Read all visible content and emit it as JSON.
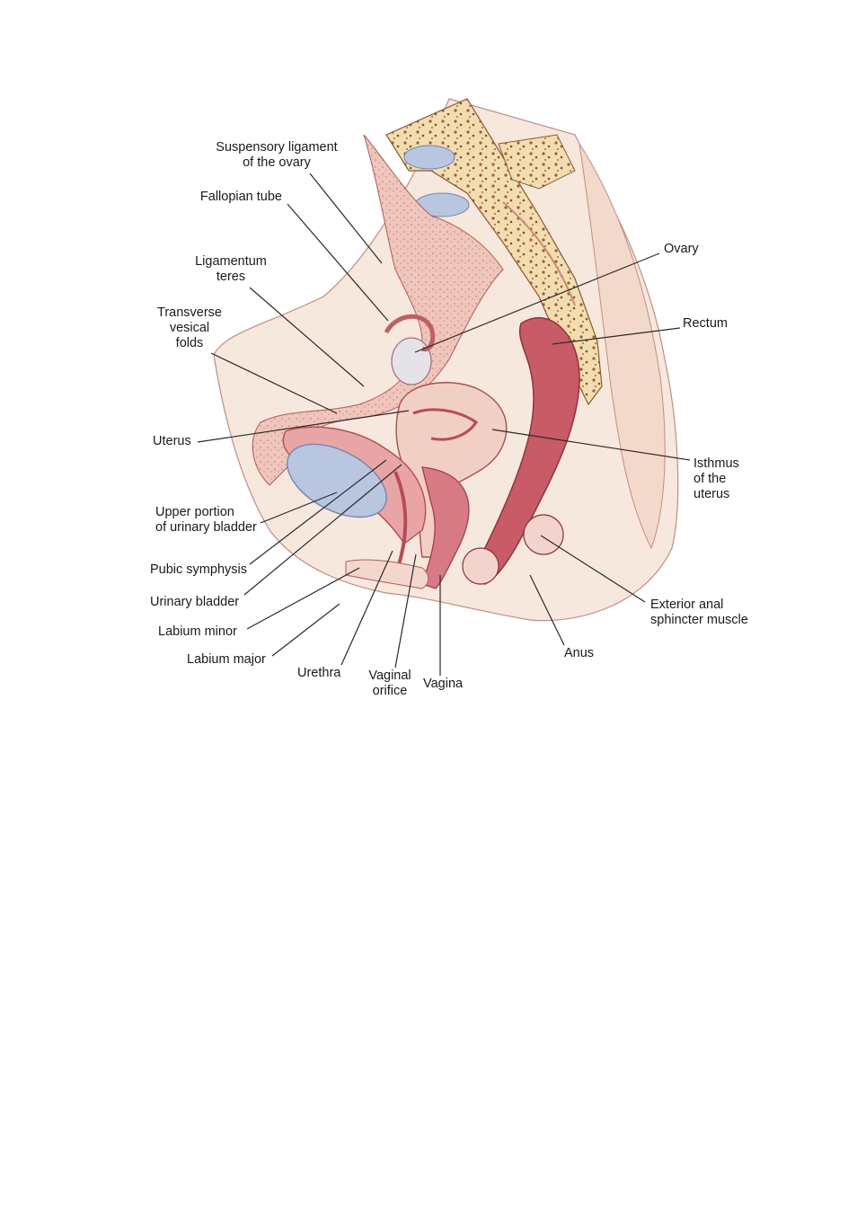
{
  "colors": {
    "skin": "#f6e7dc",
    "tissue": "#e9b0a4",
    "mucosa": "#c65560",
    "bladder": "#b9c6e0",
    "bone": "#f1ddb0",
    "bone_spots": "#9c5f2e",
    "lines": "#2a2a2a"
  },
  "labels": {
    "suspensory": "Suspensory ligament\nof the ovary",
    "fallopian": "Fallopian tube",
    "ligamentum": "Ligamentum\nteres",
    "transverse": "Transverse\nvesical\nfolds",
    "uterus": "Uterus",
    "upper_bladder": "Upper portion\nof urinary bladder",
    "pubic": "Pubic symphysis",
    "urinary_bladder": "Urinary bladder",
    "labium_minor": "Labium minor",
    "labium_major": "Labium major",
    "urethra": "Urethra",
    "vaginal_orifice": "Vaginal\norifice",
    "vagina": "Vagina",
    "anus": "Anus",
    "anal_sphincter": "Exterior anal\nsphincter muscle",
    "isthmus": "Isthmus\nof the\nuterus",
    "rectum": "Rectum",
    "ovary": "Ovary"
  }
}
